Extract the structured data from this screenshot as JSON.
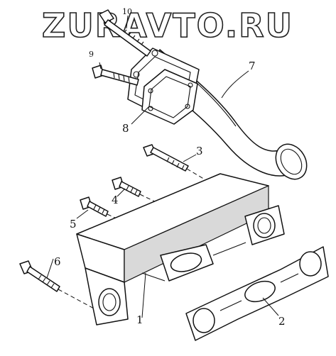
{
  "watermark": "ZURAVTO.RU",
  "callouts": {
    "c1": "1",
    "c2": "2",
    "c3": "3",
    "c4": "4",
    "c5": "5",
    "c6": "6",
    "c7": "7",
    "c8": "8",
    "c9": "9",
    "c10": "10"
  }
}
